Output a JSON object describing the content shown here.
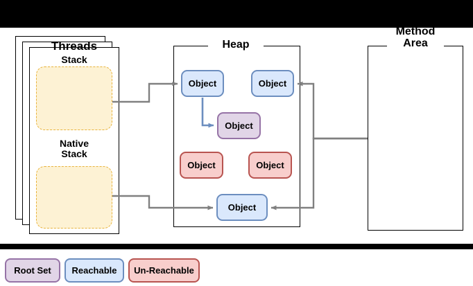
{
  "diagram": {
    "title_threads": "Threads",
    "title_stack": "Stack",
    "title_native_stack": "Native\nStack",
    "title_heap": "Heap",
    "title_method_area": "Method\nArea"
  },
  "heap_objects": [
    {
      "id": "obj-a",
      "label": "Object",
      "state": "reachable"
    },
    {
      "id": "obj-b",
      "label": "Object",
      "state": "reachable"
    },
    {
      "id": "obj-c",
      "label": "Object",
      "state": "rootset"
    },
    {
      "id": "obj-d",
      "label": "Object",
      "state": "unreachable"
    },
    {
      "id": "obj-e",
      "label": "Object",
      "state": "unreachable"
    },
    {
      "id": "obj-f",
      "label": "Object",
      "state": "reachable"
    }
  ],
  "legend": [
    {
      "label": "Root Set",
      "fill": "#e1d5e7",
      "stroke": "#9673a6"
    },
    {
      "label": "Reachable",
      "fill": "#dae8fc",
      "stroke": "#6c8ebf"
    },
    {
      "label": "Un-Reachable",
      "fill": "#f8cecc",
      "stroke": "#b85450"
    }
  ],
  "colors": {
    "stack_fill": "#fdf2d4",
    "stack_stroke": "#e8b33c",
    "connector": "#808080",
    "blue_arrow": "#6c8ebf",
    "outline": "#000000",
    "canvas": "#ffffff",
    "background": "#000000"
  }
}
